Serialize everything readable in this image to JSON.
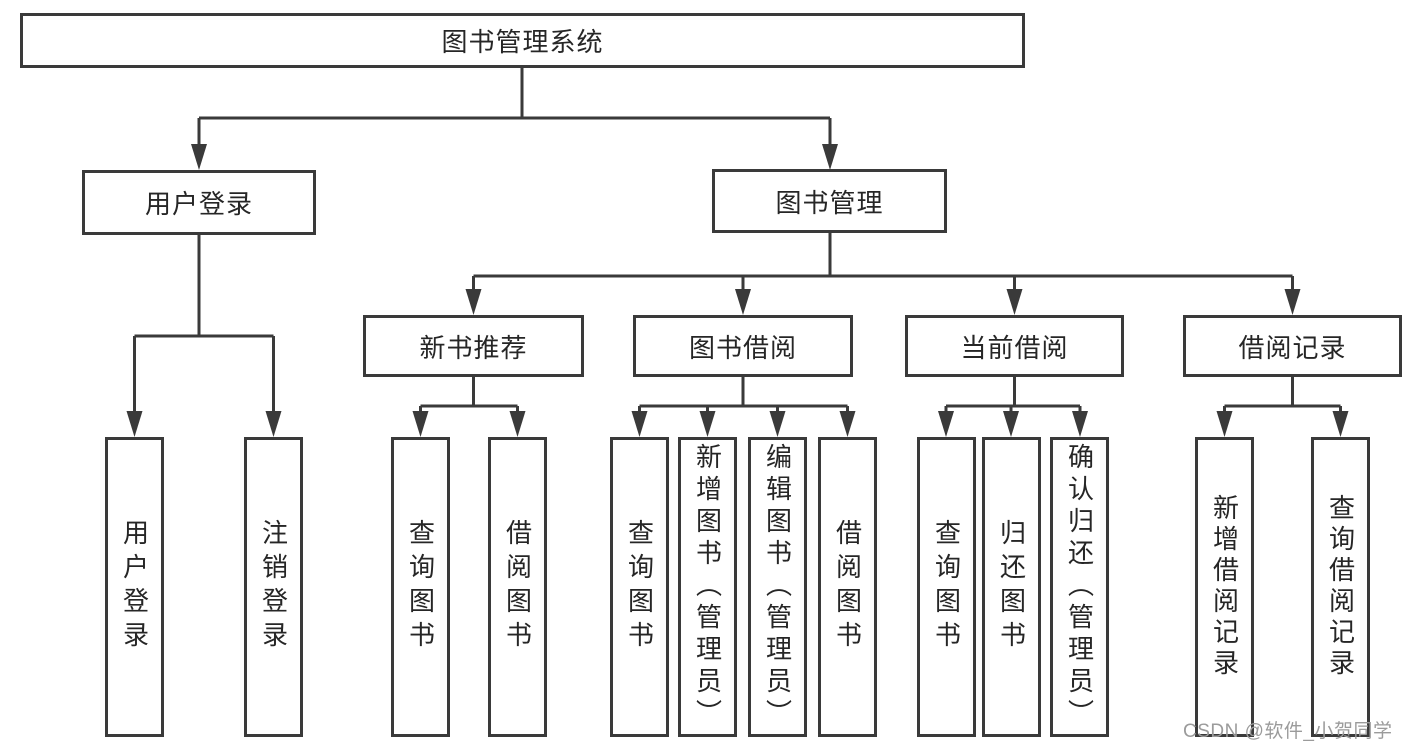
{
  "tree": {
    "label": "图书管理系统",
    "children": [
      {
        "label": "用户登录",
        "children": [
          {
            "label": "用户登录"
          },
          {
            "label": "注销登录"
          }
        ]
      },
      {
        "label": "图书管理",
        "children": [
          {
            "label": "新书推荐",
            "children": [
              {
                "label": "查询图书"
              },
              {
                "label": "借阅图书"
              }
            ]
          },
          {
            "label": "图书借阅",
            "children": [
              {
                "label": "查询图书"
              },
              {
                "label": "新增图书（管理员）"
              },
              {
                "label": "编辑图书（管理员）"
              },
              {
                "label": "借阅图书"
              }
            ]
          },
          {
            "label": "当前借阅",
            "children": [
              {
                "label": "查询图书"
              },
              {
                "label": "归还图书"
              },
              {
                "label": "确认归还（管理员）"
              }
            ]
          },
          {
            "label": "借阅记录",
            "children": [
              {
                "label": "新增借阅记录"
              },
              {
                "label": "查询借阅记录"
              }
            ]
          }
        ]
      }
    ]
  },
  "watermark": {
    "text": "CSDN @软件_小贺同学"
  },
  "colors": {
    "line": "#3a3a3a",
    "box_border": "#3a3a3a",
    "text": "#262626",
    "watermark": "#9b9b9b",
    "background": "#ffffff"
  }
}
